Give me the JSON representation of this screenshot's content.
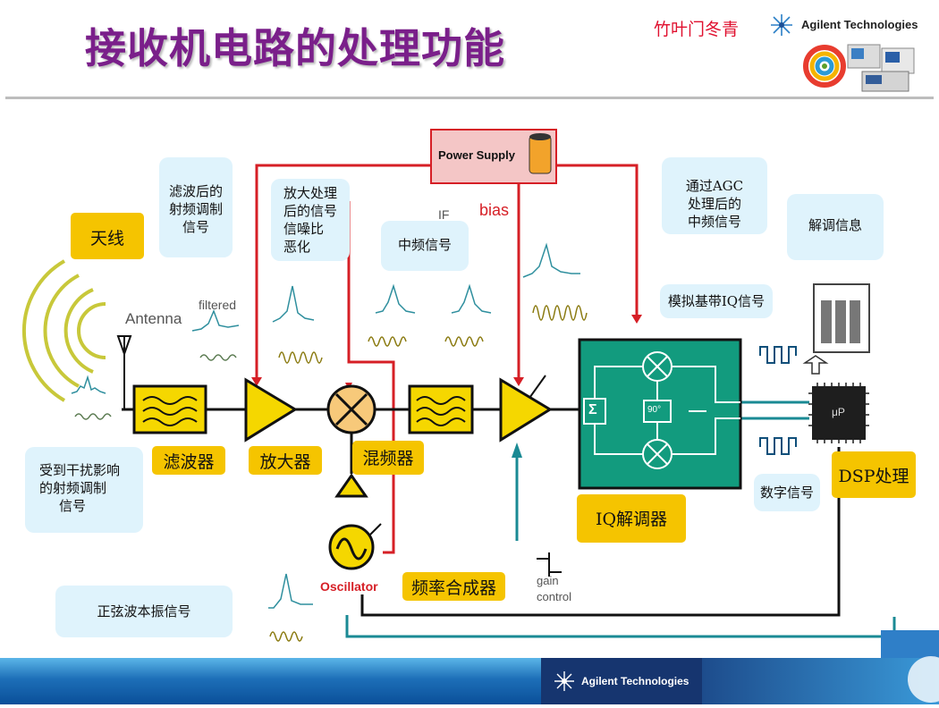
{
  "header": {
    "title": "接收机电路的处理功能",
    "author": "竹叶门冬青",
    "brand": "Agilent Technologies"
  },
  "callouts": {
    "filtered_rf_line1": "滤波后的",
    "filtered_rf_line2": "射频调制",
    "filtered_rf_line3": "信号",
    "amplified_line1": "放大处理",
    "amplified_line2": "后的信号",
    "amplified_line3": "信噪比",
    "amplified_line4": "恶化",
    "if_signal": "中频信号",
    "agc_line1": "通过AGC",
    "agc_line2": "处理后的",
    "agc_line3": "中频信号",
    "demod_info": "解调信息",
    "analog_iq": "模拟基带IQ信号",
    "interfered_line1": "受到干扰影响",
    "interfered_line2": "的射频调制",
    "interfered_line3": "信号",
    "sine_lo": "正弦波本振信号",
    "digital_signal": "数字信号"
  },
  "blocks": {
    "antenna": "天线",
    "filter": "滤波器",
    "amplifier": "放大器",
    "mixer": "混频器",
    "iq_demod": "IQ解调器",
    "dsp": "DSP处理",
    "synth": "频率合成器"
  },
  "diagram_labels": {
    "power_supply": "Power Supply",
    "if": "IF",
    "bias": "bias",
    "filtered": "filtered",
    "antenna": "Antenna",
    "oscillator": "Oscillator",
    "gain_line1": "gain",
    "gain_line2": "control",
    "sum": "Σ",
    "phase": "90°",
    "chip": "μP"
  },
  "footer": {
    "brand": "Agilent Technologies"
  },
  "colors": {
    "title": "#7a1f8a",
    "callout_bg": "#dff3fc",
    "label_bg": "#f5c400",
    "iq_box": "#129b7e",
    "power_line": "#d61f26",
    "control_line": "#1a8a94"
  }
}
